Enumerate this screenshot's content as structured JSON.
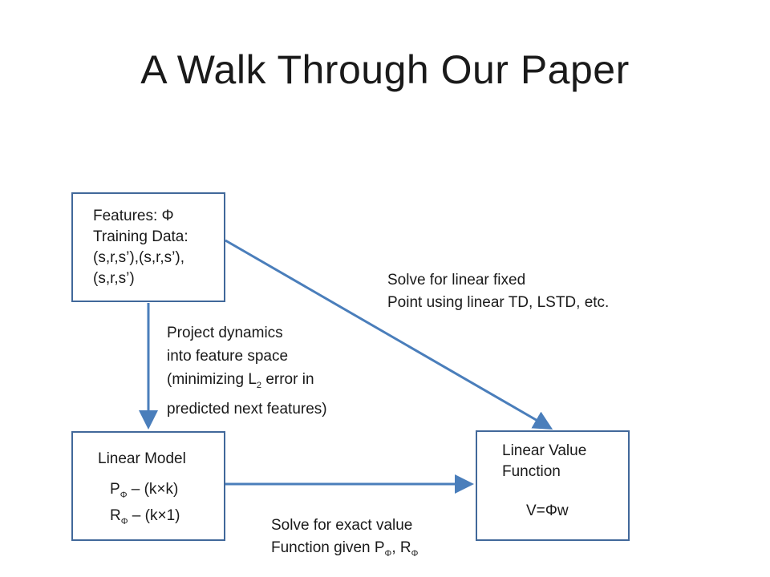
{
  "title": "A Walk Through Our Paper",
  "colors": {
    "arrow": "#4a7ebb",
    "box_border": "#41689a"
  },
  "boxes": {
    "features": {
      "lines": [
        "Features: Φ",
        "Training Data:",
        "(s,r,s’),(s,r,s’),",
        "(s,r,s’)"
      ]
    },
    "linear_model": {
      "heading": "Linear Model",
      "line1_prefix": "P",
      "line1_sub": "Φ",
      "line1_rest": " – (k×k)",
      "line2_prefix": "R",
      "line2_sub": "Φ",
      "line2_rest": " – (k×1)"
    },
    "linear_value": {
      "heading_lines": [
        "Linear Value",
        "Function"
      ],
      "formula": "V=Φw"
    }
  },
  "labels": {
    "project": {
      "line1": "Project dynamics",
      "line2": "into feature space",
      "line3_pre": "(minimizing L",
      "line3_sub": "2",
      "line3_post": " error in",
      "line4": "predicted next features)"
    },
    "solve_fixed": [
      "Solve for linear fixed",
      "Point using linear TD, LSTD, etc."
    ],
    "solve_exact": {
      "line1": "Solve for exact value",
      "line2_pre": "Function given P",
      "line2_sub1": "Φ",
      "line2_mid": ", R",
      "line2_sub2": "Φ"
    }
  }
}
